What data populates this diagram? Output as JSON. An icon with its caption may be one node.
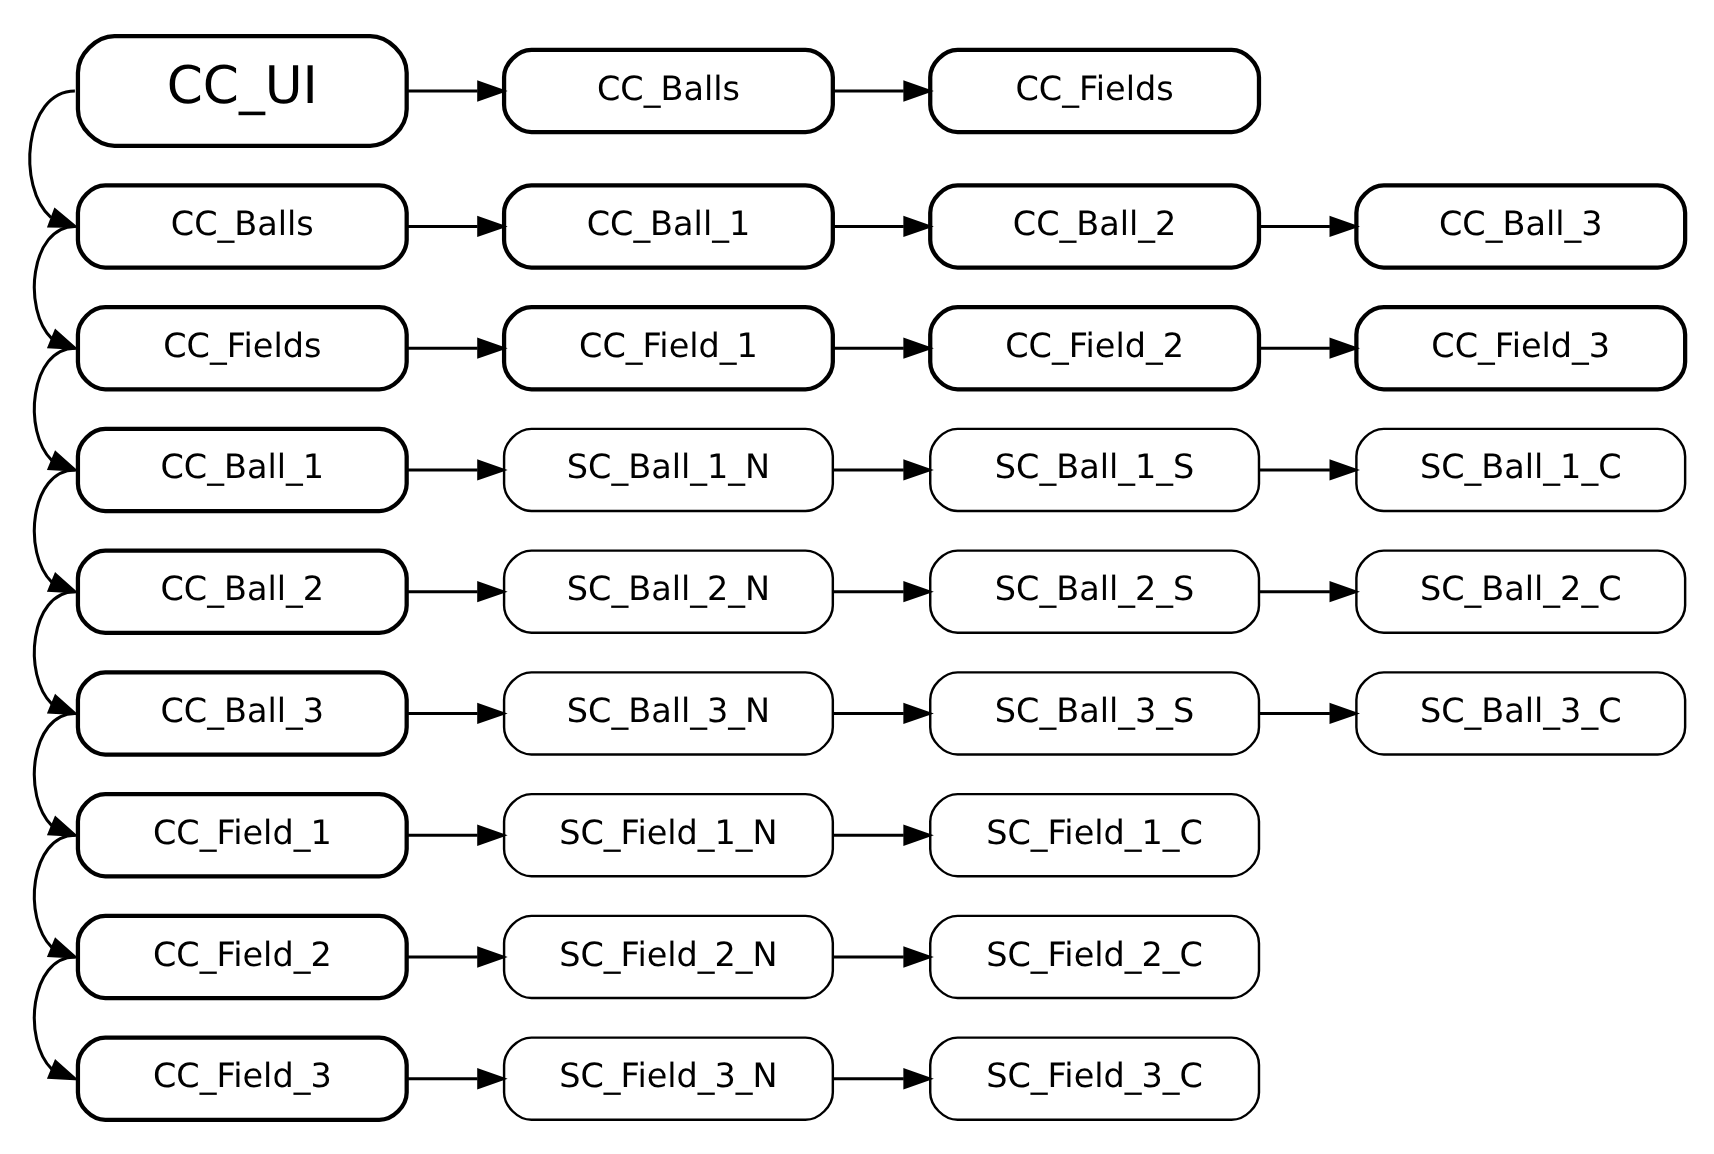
{
  "diagram": {
    "nodes": [
      {
        "text": [
          "CC_UI"
        ]
      },
      {
        "text": [
          "CC_Balls"
        ]
      },
      {
        "text": [
          "CC_Fields"
        ]
      },
      {
        "text": [
          "CC_Balls"
        ]
      },
      {
        "text": [
          "CC_Ball_1"
        ]
      },
      {
        "text": [
          "CC_Ball_2"
        ]
      },
      {
        "text": [
          "CC_Ball_3"
        ]
      },
      {
        "text": [
          "CC_Fields"
        ]
      },
      {
        "text": [
          "CC_Field_1"
        ]
      },
      {
        "text": [
          "CC_Field_2"
        ]
      },
      {
        "text": [
          "CC_Field_3"
        ]
      },
      {
        "text": [
          "CC_Ball_1"
        ]
      },
      {
        "text": [
          "SC_Ball_1_N"
        ]
      },
      {
        "text": [
          "SC_Ball_1_S"
        ]
      },
      {
        "text": [
          "SC_Ball_1_C"
        ]
      },
      {
        "text": [
          "CC_Ball_2"
        ]
      },
      {
        "text": [
          "SC_Ball_2_N"
        ]
      },
      {
        "text": [
          "SC_Ball_2_S"
        ]
      },
      {
        "text": [
          "SC_Ball_2_C"
        ]
      },
      {
        "text": [
          "CC_Ball_3"
        ]
      },
      {
        "text": [
          "SC_Ball_3_N"
        ]
      },
      {
        "text": [
          "SC_Ball_3_S"
        ]
      },
      {
        "text": [
          "SC_Ball_3_C"
        ]
      },
      {
        "text": [
          "CC_Field_1"
        ]
      },
      {
        "text": [
          "SC_Field_1_N"
        ]
      },
      {
        "text": [
          "SC_Field_1_C"
        ]
      },
      {
        "text": [
          "CC_Field_2"
        ]
      },
      {
        "text": [
          "SC_Field_2_N"
        ]
      },
      {
        "text": [
          "SC_Field_2_C"
        ]
      },
      {
        "text": [
          "CC_Field_3"
        ]
      },
      {
        "text": [
          "SC_Field_3_N"
        ]
      },
      {
        "text": [
          "SC_Field_3_C"
        ]
      }
    ],
    "edges": [
      {
        "from": 0,
        "to": 1,
        "arrow": "to"
      },
      {
        "from": 1,
        "to": 2,
        "arrow": "to"
      },
      {
        "from": 3,
        "to": 4,
        "arrow": "to"
      },
      {
        "from": 4,
        "to": 5,
        "arrow": "to"
      },
      {
        "from": 5,
        "to": 6,
        "arrow": "to"
      },
      {
        "from": 7,
        "to": 8,
        "arrow": "to"
      },
      {
        "from": 8,
        "to": 9,
        "arrow": "to"
      },
      {
        "from": 9,
        "to": 10,
        "arrow": "to"
      },
      {
        "from": 11,
        "to": 12,
        "arrow": "to"
      },
      {
        "from": 12,
        "to": 13,
        "arrow": "to"
      },
      {
        "from": 13,
        "to": 14,
        "arrow": "to"
      },
      {
        "from": 15,
        "to": 16,
        "arrow": "to"
      },
      {
        "from": 16,
        "to": 17,
        "arrow": "to"
      },
      {
        "from": 17,
        "to": 18,
        "arrow": "to"
      },
      {
        "from": 19,
        "to": 20,
        "arrow": "to"
      },
      {
        "from": 20,
        "to": 21,
        "arrow": "to"
      },
      {
        "from": 21,
        "to": 22,
        "arrow": "to"
      },
      {
        "from": 23,
        "to": 24,
        "arrow": "to"
      },
      {
        "from": 24,
        "to": 25,
        "arrow": "to"
      },
      {
        "from": 26,
        "to": 27,
        "arrow": "to"
      },
      {
        "from": 27,
        "to": 28,
        "arrow": "to"
      },
      {
        "from": 29,
        "to": 30,
        "arrow": "to"
      },
      {
        "from": 30,
        "to": 31,
        "arrow": "to"
      },
      {
        "from": 0,
        "to": 3,
        "arrow": "to"
      },
      {
        "from": 3,
        "to": 7,
        "arrow": "to"
      },
      {
        "from": 7,
        "to": 11,
        "arrow": "to"
      },
      {
        "from": 11,
        "to": 15,
        "arrow": "to"
      },
      {
        "from": 15,
        "to": 19,
        "arrow": "to"
      },
      {
        "from": 19,
        "to": 23,
        "arrow": "to"
      },
      {
        "from": 23,
        "to": 26,
        "arrow": "to"
      },
      {
        "from": 26,
        "to": 29,
        "arrow": "to"
      }
    ]
  }
}
